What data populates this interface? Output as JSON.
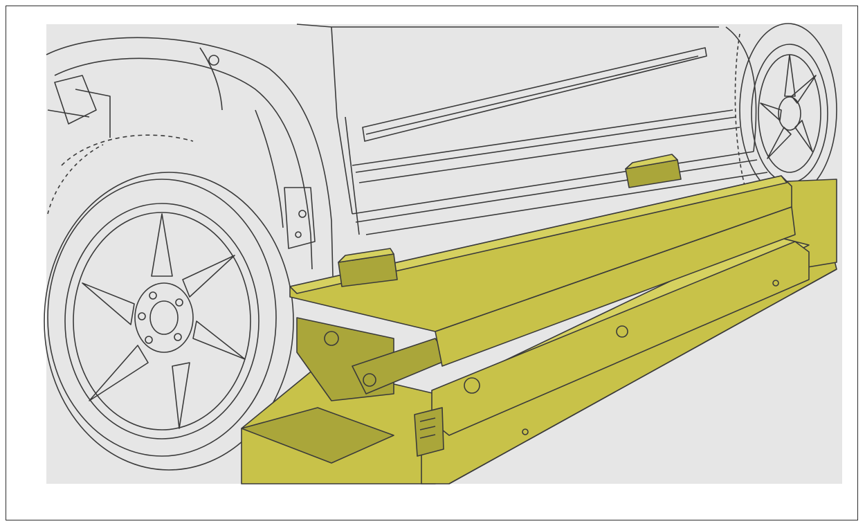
{
  "colors": {
    "line": "#3a3a3a",
    "background_panel": "#e6e6e6",
    "page": "#ffffff",
    "lift": "#c8c249",
    "lift_shade": "#aaa63a",
    "lift_light": "#d6d160"
  },
  "illustration": {
    "subject": "vehicle-on-scissor-lift",
    "parts": [
      "front-wheel",
      "rear-wheel",
      "vehicle-body",
      "door-sill",
      "fender",
      "scissor-lift",
      "lift-pad",
      "lift-arm",
      "lift-base",
      "ramp"
    ]
  }
}
